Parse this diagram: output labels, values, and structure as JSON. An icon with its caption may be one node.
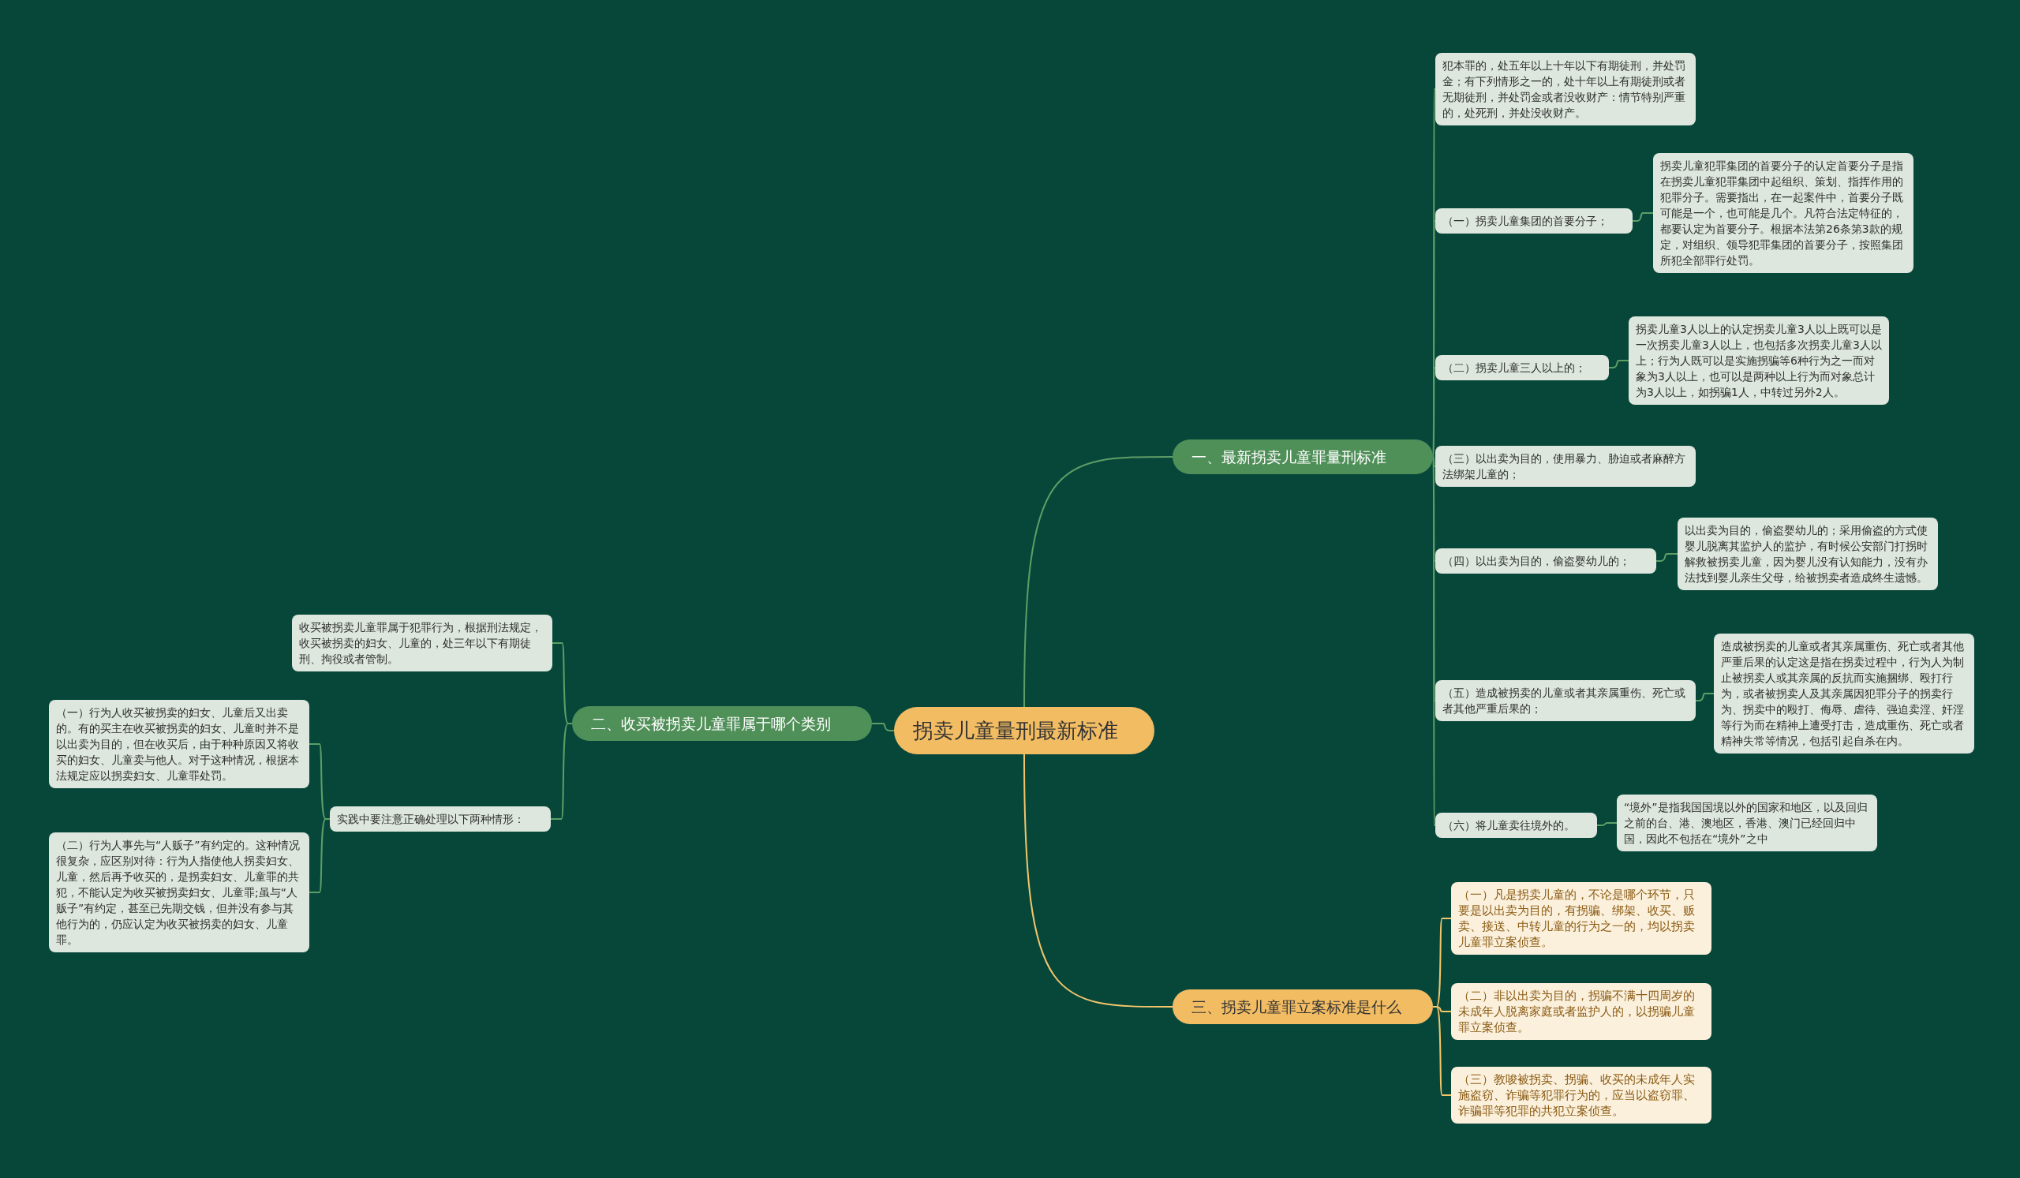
{
  "diagram": {
    "nodes": [
      {
        "text": [
          "拐卖儿童量刑最新标准"
        ]
      },
      {
        "text": [
          "一、最新拐卖儿童罪量刑标准"
        ]
      },
      {
        "text": [
          "犯本罪的，处五年以上十年以下有期徒刑，并处罚金；有下列情形之一的，处十年以上有期徒刑或者无期徒刑，并处罚金或者没收财产：情节特别严重的，处死刑，并处没收财产。"
        ]
      },
      {
        "text": [
          "（一）拐卖儿童集团的首要分子；"
        ]
      },
      {
        "text": [
          "拐卖儿童犯罪集团的首要分子的认定首要分子是指在拐卖儿童犯罪集团中起组织、策划、指挥作用的犯罪分子。需要指出，在一起案件中，首要分子既可能是一个，也可能是几个。凡符合法定特征的，都要认定为首要分子。根据本法第26条第3款的规定，对组织、领导犯罪集团的首要分子，按照集团所犯全部罪行处罚。"
        ]
      },
      {
        "text": [
          "（二）拐卖儿童三人以上的；"
        ]
      },
      {
        "text": [
          "拐卖儿童3人以上的认定拐卖儿童3人以上既可以是一次拐卖儿童3人以上，也包括多次拐卖儿童3人以上；行为人既可以是实施拐骗等6种行为之一而对象为3人以上，也可以是两种以上行为而对象总计为3人以上，如拐骗1人，中转过另外2人。"
        ]
      },
      {
        "text": [
          "（三）以出卖为目的，使用暴力、胁迫或者麻醉方法绑架儿童的；"
        ]
      },
      {
        "text": [
          "（四）以出卖为目的，偷盗婴幼儿的；"
        ]
      },
      {
        "text": [
          "以出卖为目的，偷盗婴幼儿的；采用偷盗的方式使婴儿脱离其监护人的监护，有时候公安部门打拐时解救被拐卖儿童，因为婴儿没有认知能力，没有办法找到婴儿亲生父母，给被拐卖者造成终生遗憾。"
        ]
      },
      {
        "text": [
          "（五）造成被拐卖的儿童或者其亲属重伤、死亡或者其他严重后果的；"
        ]
      },
      {
        "text": [
          "造成被拐卖的儿童或者其亲属重伤、死亡或者其他严重后果的认定这是指在拐卖过程中，行为人为制止被拐卖人或其亲属的反抗而实施捆绑、殴打行为，或者被拐卖人及其亲属因犯罪分子的拐卖行为、拐卖中的殴打、侮辱、虐待、强迫卖淫、奸淫等行为而在精神上遭受打击，造成重伤、死亡或者精神失常等情况，包括引起自杀在内。"
        ]
      },
      {
        "text": [
          "（六）将儿童卖往境外的。"
        ]
      },
      {
        "text": [
          "“境外”是指我国国境以外的国家和地区，以及回归之前的台、港、澳地区，香港、澳门已经回归中国，因此不包括在“境外”之中"
        ]
      },
      {
        "text": [
          "二、收买被拐卖儿童罪属于哪个类别"
        ]
      },
      {
        "text": [
          "收买被拐卖儿童罪属于犯罪行为，根据刑法规定，收买被拐卖的妇女、儿童的，处三年以下有期徒刑、拘役或者管制。"
        ]
      },
      {
        "text": [
          "实践中要注意正确处理以下两种情形："
        ]
      },
      {
        "text": [
          "（一）行为人收买被拐卖的妇女、儿童后又出卖的。有的买主在收买被拐卖的妇女、儿童时并不是以出卖为目的，但在收买后，由于种种原因又将收买的妇女、儿童卖与他人。对于这种情况，根据本法规定应以拐卖妇女、儿童罪处罚。"
        ]
      },
      {
        "text": [
          "（二）行为人事先与“人贩子”有约定的。这种情况很复杂，应区别对待：行为人指使他人拐卖妇女、儿童，然后再予收买的，是拐卖妇女、儿童罪的共犯，不能认定为收买被拐卖妇女、儿童罪;虽与“人贩子”有约定，甚至已先期交钱，但并没有参与其他行为的，仍应认定为收买被拐卖的妇女、儿童罪。"
        ]
      },
      {
        "text": [
          "三、拐卖儿童罪立案标准是什么"
        ]
      },
      {
        "text": [
          "（一）凡是拐卖儿童的，不论是哪个环节，只要是以出卖为目的，有拐骗、绑架、收买、贩卖、接送、中转儿童的行为之一的，均以拐卖儿童罪立案侦查。"
        ]
      },
      {
        "text": [
          "（二）非以出卖为目的，拐骗不满十四周岁的未成年人脱离家庭或者监护人的，以拐骗儿童罪立案侦查。"
        ]
      },
      {
        "text": [
          "（三）教唆被拐卖、拐骗、收买的未成年人实施盗窃、诈骗等犯罪行为的，应当以盗窃罪、诈骗罪等犯罪的共犯立案侦查。"
        ]
      }
    ],
    "edges": [
      {
        "from": 0,
        "to": 1,
        "arrow": "none"
      },
      {
        "from": 1,
        "to": 2,
        "arrow": "none"
      },
      {
        "from": 1,
        "to": 3,
        "arrow": "none"
      },
      {
        "from": 3,
        "to": 4,
        "arrow": "none"
      },
      {
        "from": 1,
        "to": 5,
        "arrow": "none"
      },
      {
        "from": 5,
        "to": 6,
        "arrow": "none"
      },
      {
        "from": 1,
        "to": 7,
        "arrow": "none"
      },
      {
        "from": 1,
        "to": 8,
        "arrow": "none"
      },
      {
        "from": 8,
        "to": 9,
        "arrow": "none"
      },
      {
        "from": 1,
        "to": 10,
        "arrow": "none"
      },
      {
        "from": 10,
        "to": 11,
        "arrow": "none"
      },
      {
        "from": 1,
        "to": 12,
        "arrow": "none"
      },
      {
        "from": 12,
        "to": 13,
        "arrow": "none"
      },
      {
        "from": 0,
        "to": 14,
        "arrow": "none"
      },
      {
        "from": 14,
        "to": 15,
        "arrow": "none"
      },
      {
        "from": 14,
        "to": 16,
        "arrow": "none"
      },
      {
        "from": 16,
        "to": 17,
        "arrow": "none"
      },
      {
        "from": 16,
        "to": 18,
        "arrow": "none"
      },
      {
        "from": 0,
        "to": 19,
        "arrow": "none",
        "color": "#f2c66b"
      },
      {
        "from": 19,
        "to": 20,
        "arrow": "none",
        "color": "#f2c66b"
      },
      {
        "from": 19,
        "to": 21,
        "arrow": "none",
        "color": "#f2c66b"
      },
      {
        "from": 19,
        "to": 22,
        "arrow": "none",
        "color": "#f2c66b"
      }
    ]
  }
}
